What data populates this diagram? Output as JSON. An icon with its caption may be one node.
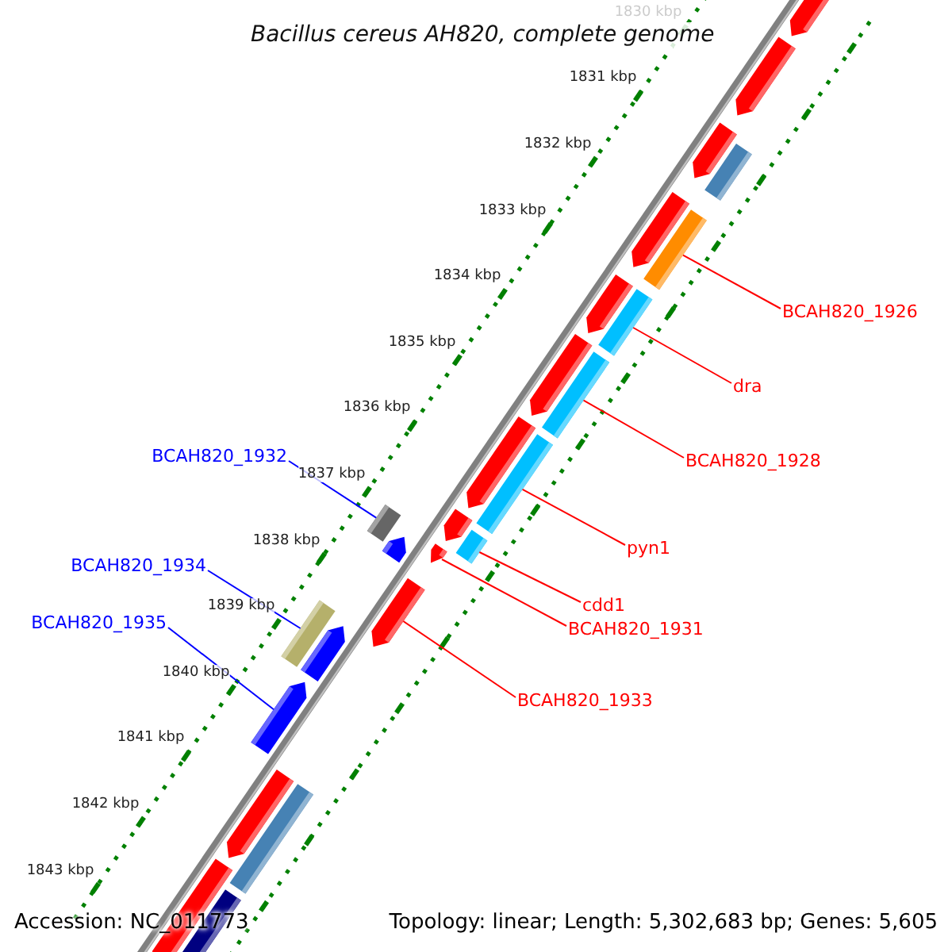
{
  "diagram": {
    "title": "Bacillus cereus AH820, complete genome",
    "nodes": [
      {
        "text": [
          "BCAH820_1926"
        ]
      },
      {
        "text": [
          "dra"
        ]
      },
      {
        "text": [
          "BCAH820_1932"
        ]
      },
      {
        "text": [
          "BCAH820_1928"
        ]
      },
      {
        "text": [
          "pyn1"
        ]
      },
      {
        "text": [
          "BCAH820_1934"
        ]
      },
      {
        "text": [
          "cdd1"
        ]
      },
      {
        "text": [
          "BCAH820_1935"
        ]
      },
      {
        "text": [
          "BCAH820_1931"
        ]
      },
      {
        "text": [
          "BCAH820_1933"
        ]
      },
      {
        "text": [],
        "shape": "bar"
      },
      {
        "text": [],
        "shape": "bar"
      },
      {
        "text": [],
        "shape": "bar"
      },
      {
        "text": [],
        "shape": "bar"
      },
      {
        "text": [],
        "shape": "bar"
      },
      {
        "text": [],
        "shape": "bar"
      },
      {
        "text": [],
        "shape": "bar"
      },
      {
        "text": [],
        "shape": "bar"
      },
      {
        "text": [],
        "shape": "bar"
      },
      {
        "text": [],
        "shape": "bar"
      },
      {
        "text": [],
        "shape": "bar"
      },
      {
        "text": [],
        "shape": "bar"
      },
      {
        "text": [],
        "shape": "bar"
      },
      {
        "text": [],
        "shape": "bar"
      },
      {
        "text": [],
        "shape": "bar"
      },
      {
        "text": [],
        "shape": "bar"
      },
      {
        "text": [],
        "shape": "bar"
      },
      {
        "text": [],
        "shape": "bar"
      },
      {
        "text": [],
        "shape": "bar"
      },
      {
        "text": [],
        "shape": "bar"
      },
      {
        "text": [],
        "shape": "bar"
      },
      {
        "text": [],
        "shape": "bar"
      },
      {
        "text": [],
        "shape": "bar"
      },
      {
        "text": [],
        "shape": "bar"
      },
      {
        "text": [],
        "shape": "bar"
      }
    ],
    "edges": [
      {
        "from": 0,
        "to": 15,
        "arrow": "none"
      },
      {
        "from": 1,
        "to": 17,
        "arrow": "none"
      },
      {
        "from": 2,
        "to": 22,
        "arrow": "none",
        "color": "#0000ff"
      },
      {
        "from": 3,
        "to": 19,
        "arrow": "none"
      },
      {
        "from": 4,
        "to": 21,
        "arrow": "none"
      },
      {
        "from": 5,
        "to": 28,
        "arrow": "none",
        "color": "#0000ff"
      },
      {
        "from": 6,
        "to": 24,
        "arrow": "none"
      },
      {
        "from": 7,
        "to": 30,
        "arrow": "none",
        "color": "#0000ff"
      },
      {
        "from": 8,
        "to": 26,
        "arrow": "none"
      },
      {
        "from": 9,
        "to": 27,
        "arrow": "none"
      }
    ],
    "labels": [
      "1830 kbp",
      "1831 kbp",
      "1832 kbp",
      "1833 kbp",
      "1834 kbp",
      "1835 kbp",
      "1836 kbp",
      "1837 kbp",
      "1838 kbp",
      "1839 kbp",
      "1840 kbp",
      "1841 kbp",
      "1842 kbp",
      "1843 kbp",
      "Accession: NC_011773",
      "Topology: linear; Length: 5,302,683 bp; Genes: 5,605"
    ]
  }
}
